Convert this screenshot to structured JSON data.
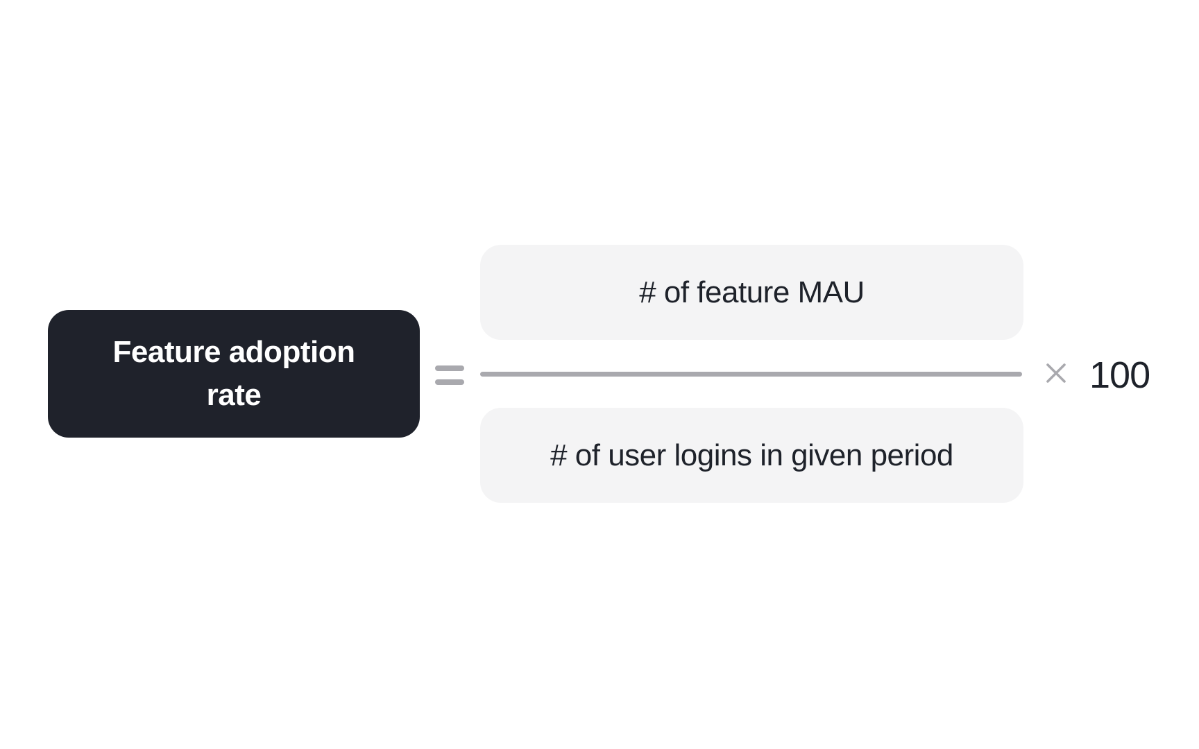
{
  "formula": {
    "result_label": "Feature adoption rate",
    "equals_symbol": "=",
    "numerator": "# of feature MAU",
    "denominator": "# of user logins in given period",
    "multiply_symbol": "×",
    "multiplier": "100"
  },
  "colors": {
    "background": "#FFFFFF",
    "result_pill_bg": "#1F222B",
    "result_pill_text": "#FFFFFF",
    "operand_box_bg": "#F4F4F5",
    "operand_text": "#1E222A",
    "operator_gray": "#A9A9AE",
    "fraction_bar": "#A9A9AE"
  }
}
